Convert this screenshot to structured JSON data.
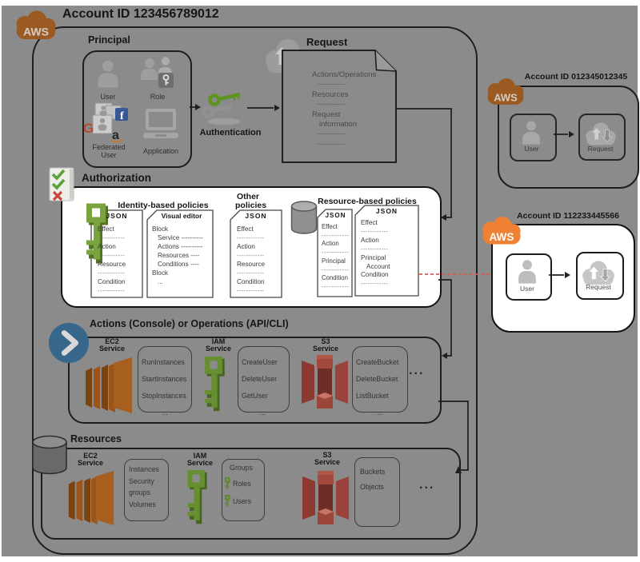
{
  "main_account": {
    "title": "Account ID 123456789012",
    "aws": "AWS"
  },
  "principal": {
    "title": "Principal",
    "user": "User",
    "role": "Role",
    "federated_line1": "Federated",
    "federated_line2": "User",
    "application": "Application",
    "google_glyph": "G",
    "facebook_glyph": "f",
    "amazon_glyph": "a"
  },
  "authentication": {
    "label": "Authentication"
  },
  "request": {
    "title": "Request",
    "lines": [
      "Actions/Operations",
      "-----------",
      "Resources",
      "-----------",
      "Request",
      "information",
      "-----------",
      "-----------"
    ]
  },
  "authorization": {
    "title": "Authorization",
    "identity": {
      "title": "Identity-based policies",
      "json": {
        "header": "JSON",
        "lines": [
          "Effect",
          "------------",
          "Action",
          "------------",
          "Resource",
          "------------",
          "Condition",
          "------------"
        ]
      },
      "editor": {
        "header": "Visual editor",
        "lines": [
          "Block",
          "Service ----------",
          "Actions ----------",
          "Resources ----",
          "Conditions ----",
          "Block",
          "..."
        ]
      }
    },
    "other": {
      "title_line1": "Other",
      "title_line2": "policies",
      "json": {
        "header": "JSON",
        "lines": [
          "Effect",
          "------------",
          "Action",
          "------------",
          "Resource",
          "------------",
          "Condition",
          "------------"
        ]
      }
    },
    "resource_based": {
      "title": "Resource-based policies",
      "json1": {
        "header": "JSON",
        "lines": [
          "Effect",
          "------------",
          "Action",
          "------------",
          "Principal",
          "------------",
          "Condition",
          "------------"
        ]
      },
      "json2": {
        "header": "JSON",
        "lines": [
          "Effect",
          "------------",
          "Action",
          "------------",
          "Principal",
          "Account",
          "Condition",
          "------------"
        ]
      }
    }
  },
  "actions_section": {
    "title": "Actions (Console) or Operations (API/CLI)",
    "ellipsis": "...",
    "ec2": {
      "name_line1": "EC2",
      "name_line2": "Service",
      "items": [
        "RunInstances",
        "StartInstances",
        "StopInstances",
        "..."
      ]
    },
    "iam": {
      "name_line1": "IAM",
      "name_line2": "Service",
      "items": [
        "CreateUser",
        "DeleteUser",
        "GetUser",
        "..."
      ]
    },
    "s3": {
      "name_line1": "S3",
      "name_line2": "Service",
      "items": [
        "CreateBucket",
        "DeleteBucket",
        "ListBucket",
        "..."
      ]
    }
  },
  "resources_section": {
    "title": "Resources",
    "ellipsis": "...",
    "ec2": {
      "name_line1": "EC2",
      "name_line2": "Service",
      "items": [
        "Instances",
        "Security groups",
        "Volumes"
      ]
    },
    "iam": {
      "name_line1": "IAM",
      "name_line2": "Service",
      "items": [
        "Groups",
        "Roles",
        "Users"
      ]
    },
    "s3": {
      "name_line1": "S3",
      "name_line2": "Service",
      "items": [
        "Buckets",
        "Objects"
      ]
    }
  },
  "account_top": {
    "title": "Account ID 012345012345",
    "aws": "AWS",
    "user": "User",
    "request": "Request"
  },
  "account_bottom": {
    "title": "Account ID 112233445566",
    "aws": "AWS",
    "user": "User",
    "request": "Request"
  },
  "colors": {
    "background": "#8b8b8b",
    "aws_orange_dim": "#9c5a23",
    "aws_orange_bright": "#ee8133",
    "iam_green": "#678f31",
    "ec2_orange": "#a05a1a",
    "s3_red": "#8c3931",
    "chevron_blue": "#38678c",
    "dashed_red": "#d95c52",
    "highlight_white": "#ffffff"
  }
}
